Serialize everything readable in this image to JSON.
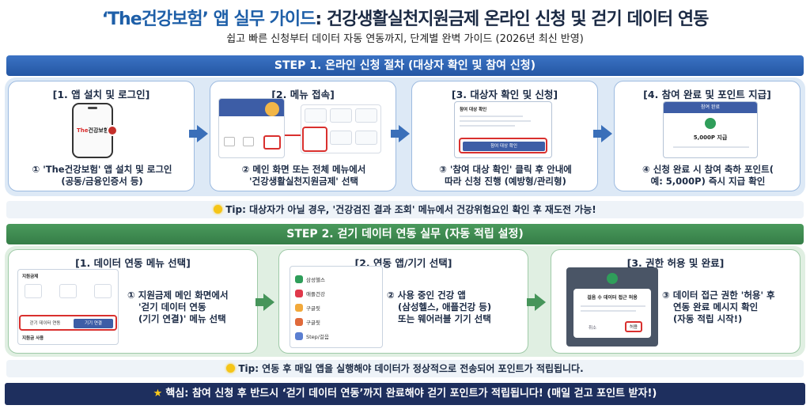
{
  "header": {
    "title_accent": "‘The건강보험’ 앱 실무 가이드",
    "title_rest": ": 건강생활실천지원금제 온라인 신청 및 걷기 데이터 연동",
    "subtitle": "쉽고 빠른 신청부터 데이터 자동 연동까지, 단계별 완벽 가이드 (2026년 최신 반영)"
  },
  "step1": {
    "banner": "STEP 1. 온라인 신청 절차 (대상자 확인 및 참여 신청)",
    "cards": [
      {
        "title": "[1. 앱 설치 및 로그인]",
        "desc_line1": "① 'The건강보험' 앱 설치 및 로그인",
        "desc_line2": "(공동/금융인증서 등)"
      },
      {
        "title": "[2. 메뉴 접속]",
        "desc_line1": "② 메인 화면 또는 전체 메뉴에서",
        "desc_line2": "'건강생활실천지원금제' 선택"
      },
      {
        "title": "[3. 대상자 확인 및 신청]",
        "desc_line1": "③ '참여 대상 확인' 클릭 후 안내에",
        "desc_line2": "따라 신청 진행 (예방형/관리형)"
      },
      {
        "title": "[4. 참여 완료 및 포인트 지급]",
        "desc_line1": "④ 신청 완료 시 참여 축하 포인트(",
        "desc_line2": "예: 5,000P) 즉시 지급 확인"
      }
    ],
    "phone_brand_a": "The",
    "phone_brand_b": "건강보험",
    "screen3_heading": "참여 대상 확인",
    "screen3_button": "참여 대상 확인",
    "screen4_heading": "참여 완료",
    "screen4_points": "5,000P 지급",
    "tip": "Tip: 대상자가 아닐 경우, '건강검진 결과 조회' 메뉴에서 건강위험요인 확인 후 재도전 가능!"
  },
  "step2": {
    "banner": "STEP 2. 걷기 데이터 연동 실무 (자동 적립 설정)",
    "cards": [
      {
        "title": "[1. 데이터 연동 메뉴 선택]",
        "desc_line1": "① 지원금제 메인 화면에서",
        "desc_line2": "'걷기 데이터 연동",
        "desc_line3": "(기기 연결)' 메뉴 선택"
      },
      {
        "title": "[2. 연동 앱/기기 선택]",
        "desc_line1": "② 사용 중인 건강 앱",
        "desc_line2": "(삼성헬스, 애플건강 등)",
        "desc_line3": "또는 웨어러블 기기 선택"
      },
      {
        "title": "[3. 권한 허용 및 완료]",
        "desc_line1": "③ 데이터 접근 권한 '허용' 후",
        "desc_line2": "연동 완료 메시지 확인",
        "desc_line3": "(자동 적립 시작!)"
      }
    ],
    "screen1_heading": "지원금제",
    "screen1_row_left": "걷기 데이터 연동",
    "screen1_row_right": "기기 연결",
    "screen1_footer": "지원금 사용",
    "screen2_apps": [
      "삼성헬스",
      "애플건강",
      "구글핏",
      "구글핏",
      "Step/걸음"
    ],
    "screen3_heading": "걸음 수 데이터 접근 허용",
    "screen3_deny": "취소",
    "screen3_allow": "허용",
    "tip": "Tip: 연동 후 매일 앱을 실행해야 데이터가 정상적으로 전송되어 포인트가 적립됩니다."
  },
  "footer": {
    "text": "핵심: 참여 신청 후 반드시 ‘걷기 데이터 연동’까지 완료해야 걷기 포인트가 적립됩니다! (매일 걷고 포인트 받자!)"
  },
  "colors": {
    "step1_accent": "#2456a3",
    "step2_accent": "#357d47",
    "footer_bg": "#1e2f5e",
    "highlight_red": "#d9302e"
  },
  "icons": [
    "lightbulb-icon",
    "star-icon",
    "arrow-right-icon",
    "phone-icon"
  ]
}
